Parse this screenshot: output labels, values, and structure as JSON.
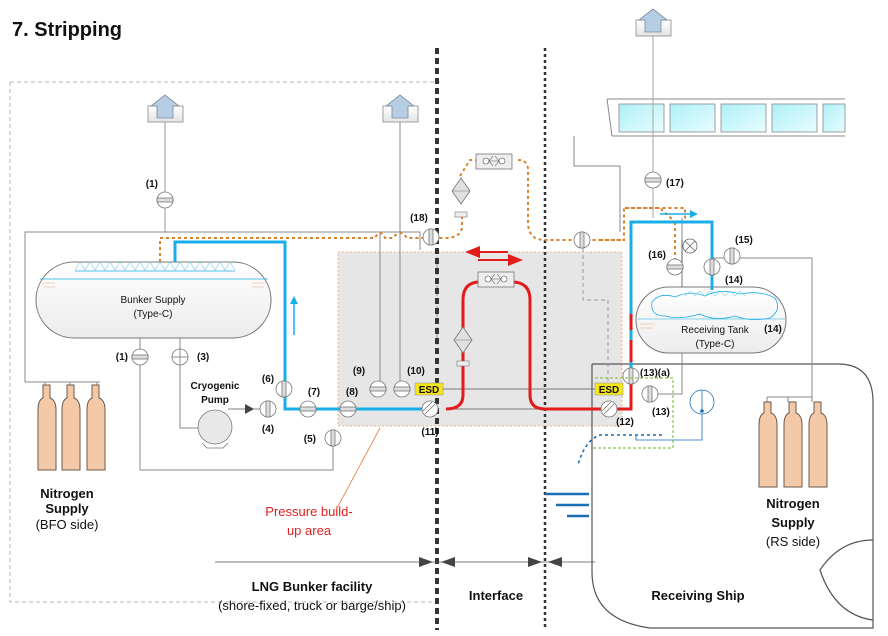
{
  "title": "7. Stripping",
  "colors": {
    "lng_liquid": "#1aaee8",
    "pressure_line": "#e31b1b",
    "vapor_return": "#d9822b",
    "nitrogen_cylinder": "#f4c9a8",
    "esd_badge": "#f5e616",
    "pressure_area": "#e6e6e6",
    "ship_window": "#b9f2f7",
    "gas_detection": "#8bc34a",
    "control_signal": "#1a6fb5"
  },
  "zones": {
    "bunker_facility": {
      "title": "LNG Bunker facility",
      "subtitle": "(shore-fixed, truck or barge/ship)"
    },
    "interface": {
      "title": "Interface"
    },
    "receiving_ship": {
      "title": "Receiving Ship"
    }
  },
  "equipment": {
    "bunker_tank": {
      "line1": "Bunker Supply",
      "line2": "(Type-C)"
    },
    "receiving_tank": {
      "line1": "Receiving Tank",
      "line2": "(Type-C)",
      "tag": "(14)"
    },
    "pump": {
      "line1": "Cryogenic",
      "line2": "Pump"
    },
    "nitrogen_bfo": {
      "line1": "Nitrogen",
      "line2": "Supply",
      "line3": "(BFO side)"
    },
    "nitrogen_rs": {
      "line1": "Nitrogen",
      "line2": "Supply",
      "line3": "(RS side)"
    },
    "esd_label": "ESD",
    "pressure_area_label": {
      "line1": "Pressure build-",
      "line2": "up area"
    }
  },
  "valves": {
    "v1_top": "(1)",
    "v1_bottom": "(1)",
    "v3": "(3)",
    "v4": "(4)",
    "v5": "(5)",
    "v6": "(6)",
    "v7": "(7)",
    "v8": "(8)",
    "v9": "(9)",
    "v10": "(10)",
    "v11": "(11)",
    "v12": "(12)",
    "v13": "(13)",
    "v13a": "(13)(a)",
    "v14": "(14)",
    "v15": "(15)",
    "v16": "(16)",
    "v17": "(17)",
    "v18": "(18)"
  }
}
